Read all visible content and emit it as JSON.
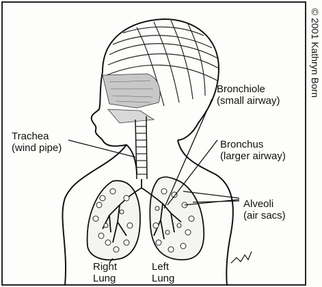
{
  "labels": {
    "bronchiole": {
      "name": "Bronchiole",
      "desc": "(small airway)"
    },
    "trachea": {
      "name": "Trachea",
      "desc": "(wind pipe)"
    },
    "bronchus": {
      "name": "Bronchus",
      "desc": "(larger airway)"
    },
    "alveoli": {
      "name": "Alveoli",
      "desc": "(air sacs)"
    },
    "right_lung": {
      "name": "Right",
      "desc": "Lung"
    },
    "left_lung": {
      "name": "Left",
      "desc": "Lung"
    }
  },
  "copyright": "© 2001 Kathryn Born"
}
